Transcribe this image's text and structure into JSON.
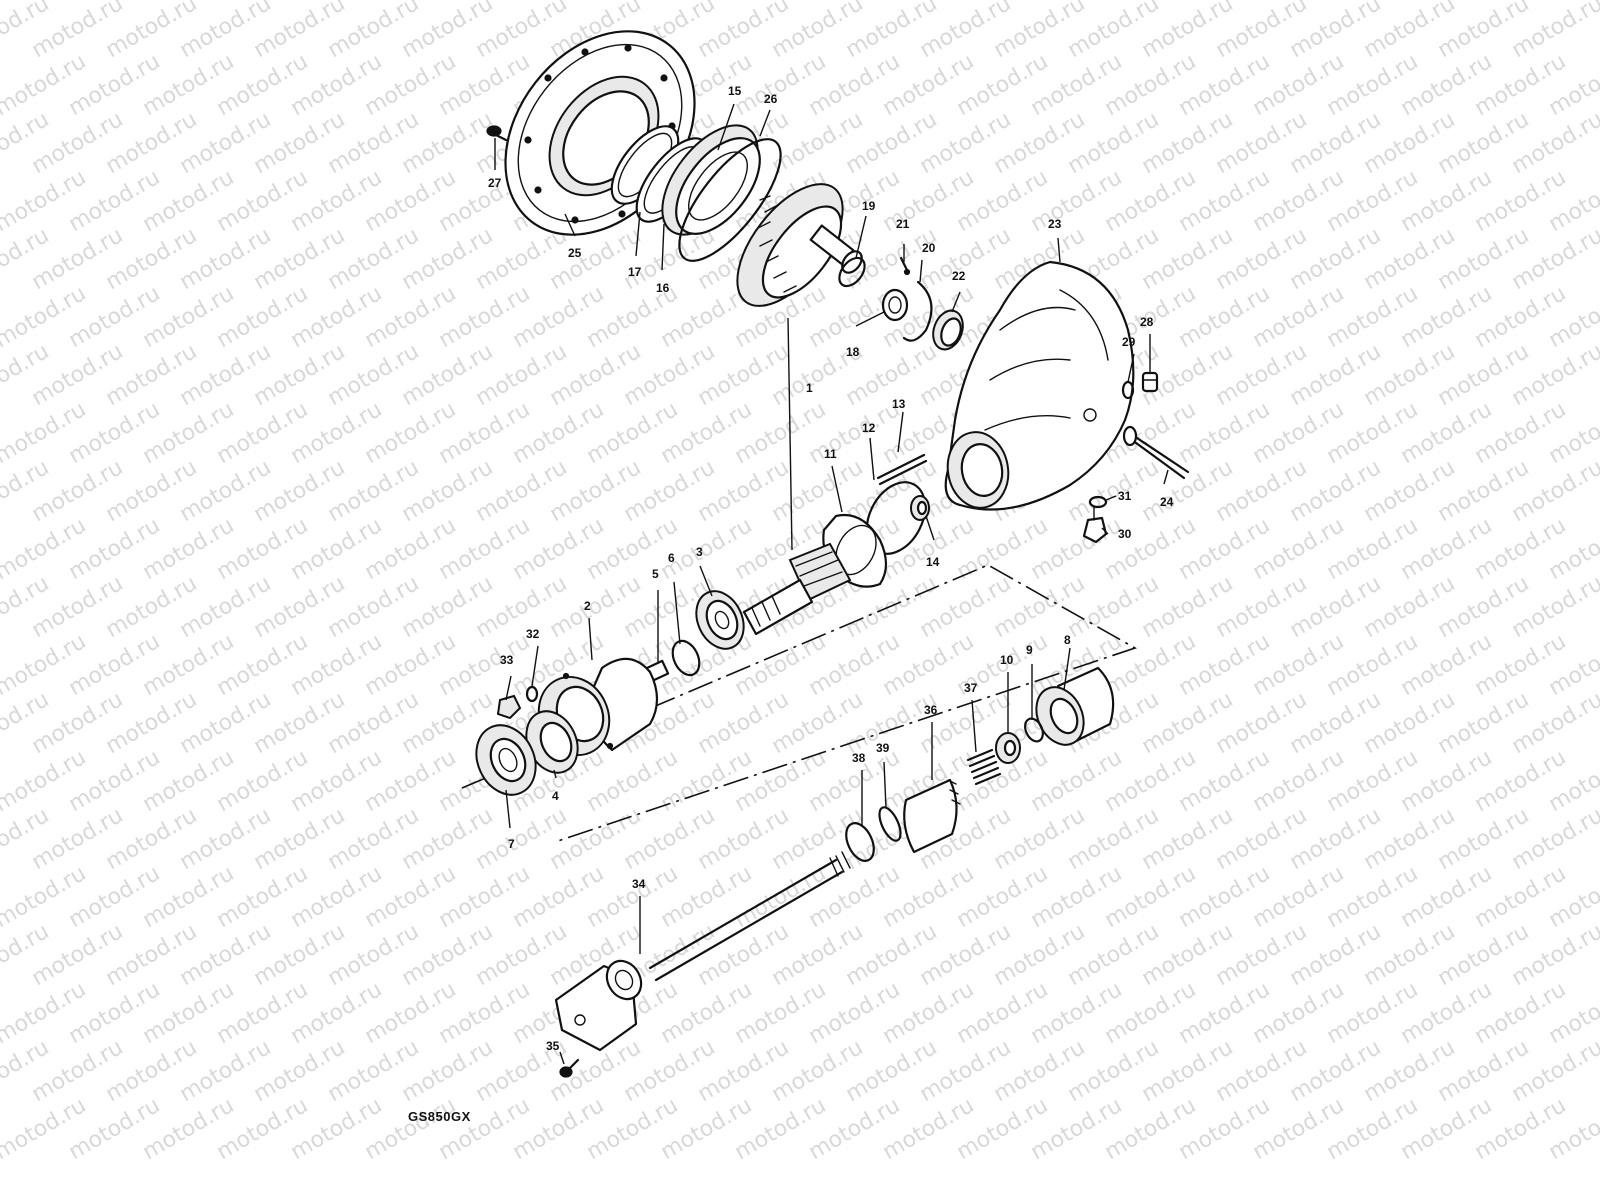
{
  "watermark": {
    "text": "motod.ru"
  },
  "model_label": "GS850GX",
  "part_numbers": [
    "1",
    "2",
    "3",
    "4",
    "5",
    "6",
    "7",
    "8",
    "9",
    "10",
    "11",
    "12",
    "13",
    "14",
    "15",
    "16",
    "17",
    "18",
    "19",
    "20",
    "21",
    "22",
    "23",
    "24",
    "25",
    "26",
    "27",
    "28",
    "29",
    "30",
    "31",
    "32",
    "33",
    "34",
    "35",
    "36",
    "37",
    "38",
    "39"
  ],
  "colors": {
    "ink": "#111111",
    "background": "#ffffff",
    "watermark": "#d8d8d8"
  }
}
